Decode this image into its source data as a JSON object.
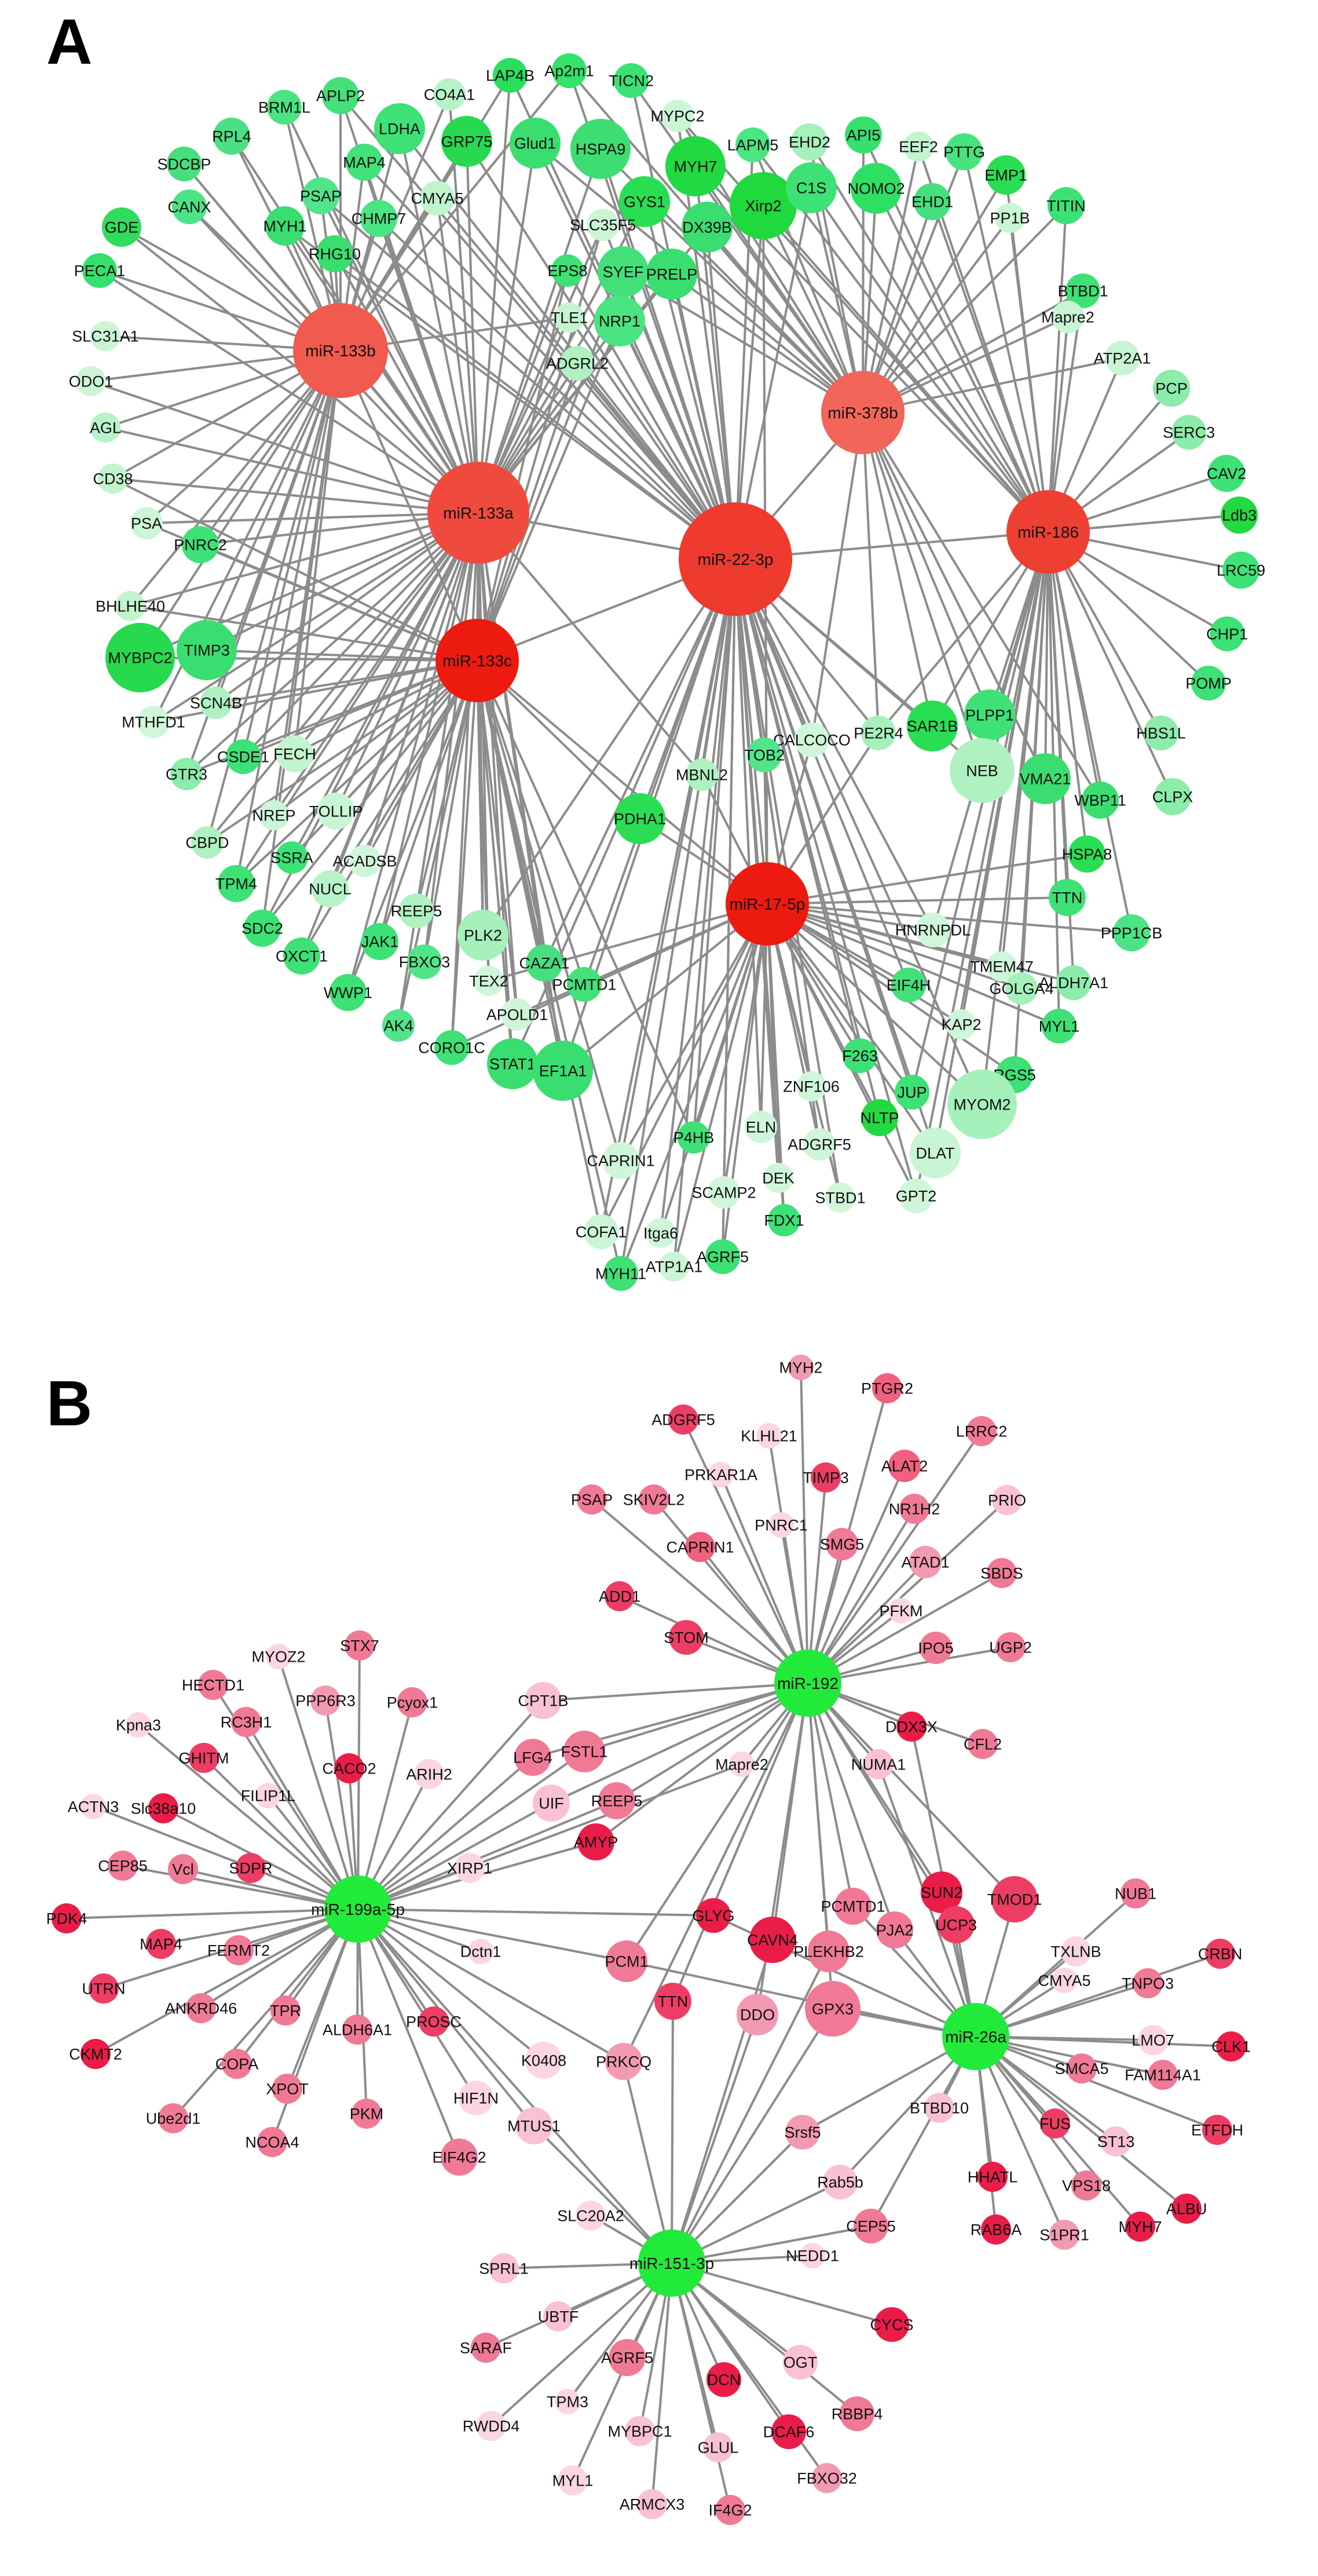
{
  "panels": [
    {
      "label": "A",
      "hubs": [
        {
          "id": "miR-133b",
          "color": "#f05a4f"
        },
        {
          "id": "miR-133a",
          "color": "#f04a3f"
        },
        {
          "id": "miR-22-3p",
          "color": "#ee3a2f"
        },
        {
          "id": "miR-378b",
          "color": "#f2665a"
        },
        {
          "id": "miR-186",
          "color": "#ee3f33"
        },
        {
          "id": "miR-133c",
          "color": "#ec1a0f"
        },
        {
          "id": "miR-17-5p",
          "color": "#ec1a0f"
        }
      ],
      "targets": [
        "Ap2m1",
        "LAP4B",
        "CO4A1",
        "APLP2",
        "BRM1L",
        "TICN2",
        "MYPC2",
        "RPL4",
        "LDHA",
        "GRP75",
        "Glud1",
        "HSPA9",
        "LAPM5",
        "EHD2",
        "API5",
        "EEF2",
        "PTTG",
        "SDCBP",
        "MAP4",
        "MYH7",
        "GYS1",
        "Xirp2",
        "C1S",
        "NOMO2",
        "EHD1",
        "EMP1",
        "TITIN",
        "CANX",
        "PSAP",
        "CMYA5",
        "CHMP7",
        "SLC35F5",
        "DX39B",
        "PP1B",
        "GDE",
        "MYH1",
        "RHG10",
        "EPS8",
        "SYEF",
        "PRELP",
        "PECA1",
        "TLE1",
        "NRP1",
        "BTBD1",
        "Mapre2",
        "SLC31A1",
        "ADGRL2",
        "ATP2A1",
        "ODO1",
        "PCP",
        "AGL",
        "SERC3",
        "CD38",
        "CAV2",
        "Ldb3",
        "PSA",
        "PNRC2",
        "LRC59",
        "BHLHE40",
        "CHP1",
        "MYBPC2",
        "TIMP3",
        "POMP",
        "SCN4B",
        "HBS1L",
        "MTHFD1",
        "PE2R4",
        "CALCOCO",
        "TOB2",
        "SAR1B",
        "PLPP1",
        "NEB",
        "CSDE1",
        "FECH",
        "MBNL2",
        "VMA21",
        "GTR3",
        "PDHA1",
        "WBP11",
        "CLPX",
        "NREP",
        "TOLLIP",
        "CBPD",
        "ACADSB",
        "SSRA",
        "HSPA8",
        "TPM4",
        "NUCL",
        "REEP5",
        "TTN",
        "SDC2",
        "JAK1",
        "PLK2",
        "HNRNPDL",
        "PPP1CB",
        "OXCT1",
        "FBXO3",
        "CAZA1",
        "TEX2",
        "PCMTD1",
        "TMEM47",
        "GOLGA4",
        "ALDH7A1",
        "WWP1",
        "EIF4H",
        "AK4",
        "APOLD1",
        "MYL1",
        "CORO1C",
        "KAP2",
        "STAT1",
        "EF1A1",
        "F263",
        "RGS5",
        "ZNF106",
        "JUP",
        "MYOM2",
        "NLTP",
        "P4HB",
        "ELN",
        "ADGRF5",
        "CAPRIN1",
        "DLAT",
        "GPT2",
        "DEK",
        "SCAMP2",
        "STBD1",
        "COFA1",
        "Itga6",
        "FDX1",
        "AGRF5",
        "MYH11",
        "ATP1A1"
      ]
    },
    {
      "label": "B",
      "hubs": [
        {
          "id": "miR-192",
          "color": "#22ea3a"
        },
        {
          "id": "miR-199a-5p",
          "color": "#22ea3a"
        },
        {
          "id": "miR-26a",
          "color": "#22ea3a"
        },
        {
          "id": "miR-151-3p",
          "color": "#22ea3a"
        }
      ],
      "targets": [
        "MYH2",
        "PTGR2",
        "ADGRF5",
        "KLHL21",
        "LRRC2",
        "PRKAR1A",
        "TIMP3",
        "ALAT2",
        "PSAP",
        "SKIV2L2",
        "NR1H2",
        "PRIO",
        "PNRC1",
        "CAPRIN1",
        "SMG5",
        "ATAD1",
        "SBDS",
        "ADD1",
        "PFKM",
        "STOM",
        "IPO5",
        "UGP2",
        "DDX3X",
        "NUMA1",
        "CFL2",
        "Mapre2",
        "MYOZ2",
        "STX7",
        "HECTD1",
        "PPP6R3",
        "Pcyox1",
        "CPT1B",
        "RC3H1",
        "Kpna3",
        "LFG4",
        "FSTL1",
        "GHITM",
        "ARIH2",
        "CACO2",
        "UIF",
        "REEP5",
        "FILIP1L",
        "ACTN3",
        "Slc38a10",
        "AMYP",
        "XIRP1",
        "CEP85",
        "Vcl",
        "SDPR",
        "PDK4",
        "MAP4",
        "FERMT2",
        "Dctn1",
        "UTRN",
        "ANKRD46",
        "TPR",
        "CKMT2",
        "ALDH6A1",
        "PROSC",
        "COPA",
        "K0408",
        "Ube2d1",
        "XPOT",
        "HIF1N",
        "NCOA4",
        "PKM",
        "MTUS1",
        "EIF4G2",
        "GLYG",
        "CAVN4",
        "PLEKHB2",
        "PCM1",
        "TTN",
        "DDO",
        "GPX3",
        "PRKCQ",
        "PCMTD1",
        "PJA2",
        "SUN2",
        "UCP3",
        "TMOD1",
        "NUB1",
        "TXLNB",
        "CRBN",
        "TNPO3",
        "CMYA5",
        "LMO7",
        "CLK1",
        "SMCA5",
        "FAM114A1",
        "BTBD10",
        "FUS",
        "ST13",
        "ETFDH",
        "HHATL",
        "VPS18",
        "ALBU",
        "RAB6A",
        "S1PR1",
        "MYH7",
        "Srsf5",
        "Rab5b",
        "CEP55",
        "SLC20A2",
        "NEDD1",
        "SPRL1",
        "UBTF",
        "CYCS",
        "SARAF",
        "AGRF5",
        "DCN",
        "OGT",
        "TPM3",
        "RBBP4",
        "RWDD4",
        "MYBPC1",
        "GLUL",
        "DCAF6",
        "FBXO32",
        "MYL1",
        "ARMCX3",
        "IF4G2"
      ]
    }
  ]
}
